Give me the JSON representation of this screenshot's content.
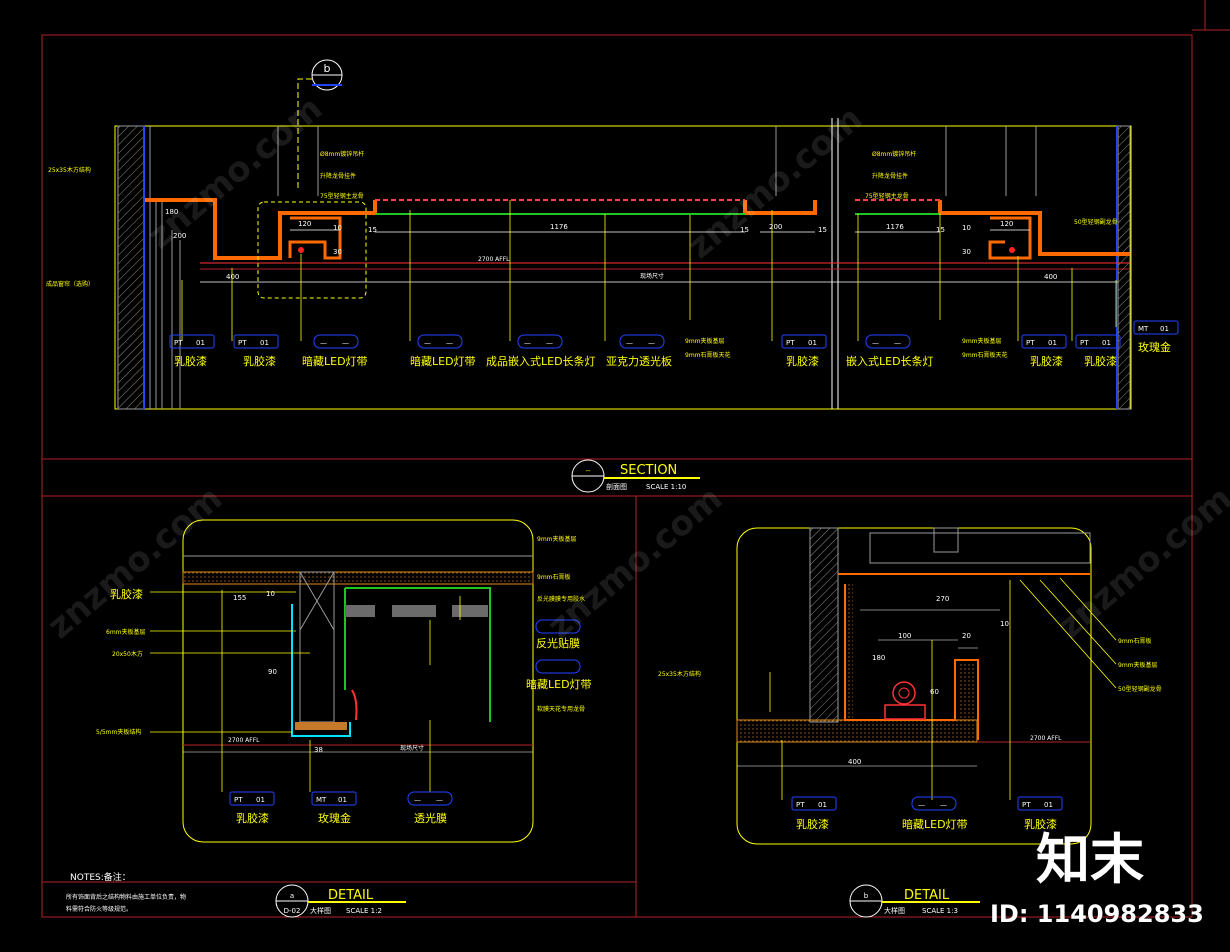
{
  "title": {
    "section": "SECTION",
    "section_sub": "剖面图",
    "section_scale": "SCALE 1:10",
    "section_mark": "--"
  },
  "marker_b": "b",
  "top_section": {
    "dims": {
      "d120": "120",
      "d10": "10",
      "d30": "30",
      "d200": "200",
      "d1176": "1176",
      "d400": "400",
      "d15": "15"
    },
    "level": "2700 AFFL",
    "field": "现场尺寸",
    "callouts_left": [
      "25x35木方结构",
      "成品窗帘（选购）"
    ],
    "callouts_top_left": [
      "Ø8mm镀锌吊杆",
      "升降龙骨挂件",
      "75型轻钢主龙骨"
    ],
    "callouts_top_right": [
      "Ø8mm镀锌吊杆",
      "升降龙骨挂件",
      "75型轻钢主龙骨"
    ],
    "callout_right": "50型轻钢副龙骨",
    "tags": [
      {
        "code": "PT",
        "num": "01",
        "label": "乳胶漆"
      },
      {
        "code": "PT",
        "num": "01",
        "label": "乳胶漆"
      },
      {
        "code": "—",
        "num": "—",
        "label": "暗藏LED灯带"
      },
      {
        "code": "—",
        "num": "—",
        "label": "暗藏LED灯带"
      },
      {
        "code": "—",
        "num": "—",
        "label": "成品嵌入式LED长条灯"
      },
      {
        "code": "—",
        "num": "—",
        "label": "亚克力透光板"
      },
      {
        "code": "PT",
        "num": "01",
        "label": "乳胶漆"
      },
      {
        "code": "—",
        "num": "—",
        "label": "嵌入式LED长条灯"
      },
      {
        "code": "PT",
        "num": "01",
        "label": "乳胶漆"
      },
      {
        "code": "PT",
        "num": "01",
        "label": "乳胶漆"
      },
      {
        "code": "MT",
        "num": "01",
        "label": "玫瑰金"
      }
    ],
    "mid_notes": [
      "9mm夹板基层",
      "9mm石膏板天花"
    ]
  },
  "detail_left": {
    "title": "DETAIL",
    "sub": "大样图",
    "scale": "SCALE 1:2",
    "mark_top": "a",
    "mark_bottom": "D-02",
    "dims": {
      "d155": "155",
      "d10": "10",
      "d90": "90",
      "d38": "38"
    },
    "level": "2700 AFFL",
    "field": "现场尺寸",
    "callouts_left": [
      "乳胶漆",
      "6mm夹板基层",
      "20x50木方",
      "5/5mm夹板结构"
    ],
    "callouts_right": [
      "9mm夹板基层",
      "9mm石膏板",
      "反光膜膜专用胶水",
      "反光贴膜",
      "暗藏LED灯带",
      "软膜天花专用龙骨"
    ],
    "tags": [
      {
        "code": "PT",
        "num": "01",
        "label": "乳胶漆"
      },
      {
        "code": "MT",
        "num": "01",
        "label": "玫瑰金"
      },
      {
        "code": "—",
        "num": "—",
        "label": "透光膜"
      }
    ]
  },
  "detail_right": {
    "title": "DETAIL",
    "sub": "大样图",
    "scale": "SCALE 1:3",
    "mark_top": "b",
    "dims": {
      "d270": "270",
      "d100": "100",
      "d20": "20",
      "d10": "10",
      "d180": "180",
      "d60": "60",
      "d400": "400"
    },
    "level": "2700 AFFL",
    "callouts_left": [
      "25x35木方结构"
    ],
    "callouts_right": [
      "9mm石膏板",
      "9mm夹板基层",
      "50型轻钢副龙骨"
    ],
    "tags": [
      {
        "code": "PT",
        "num": "01",
        "label": "乳胶漆"
      },
      {
        "code": "—",
        "num": "—",
        "label": "暗藏LED灯带"
      },
      {
        "code": "PT",
        "num": "01",
        "label": "乳胶漆"
      }
    ]
  },
  "notes": {
    "heading": "NOTES:备注：",
    "line1": "所有饰面背后之结构物料由施工单位负责，物",
    "line2": "料需符合防火等级规范。"
  },
  "watermark": "znzmo.com",
  "brand": "知末",
  "id_label": "ID: 1140982833",
  "colors": {
    "frame": "#b22222",
    "yellow": "#ffff00",
    "orange": "#ff6a00",
    "cyan": "#00e5ff",
    "green": "#21c521",
    "blue": "#2244ff",
    "gray": "#9a9a9a"
  }
}
